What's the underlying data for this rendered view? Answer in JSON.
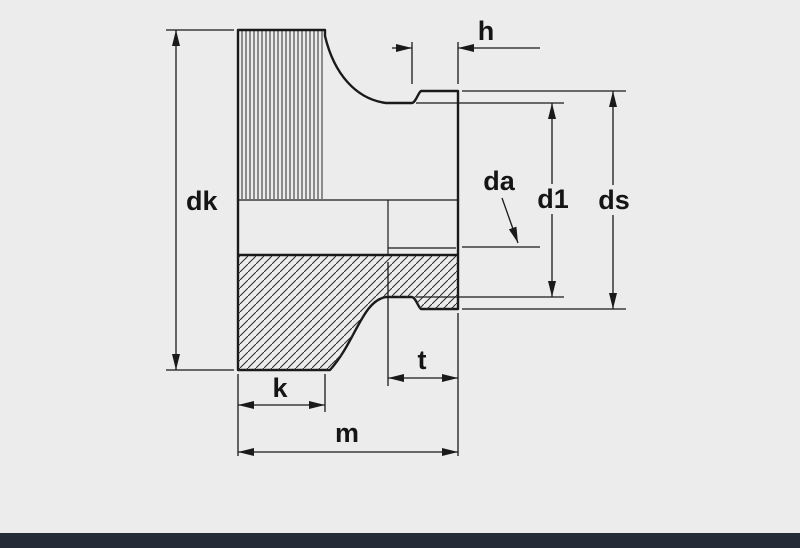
{
  "drawing": {
    "dimension_labels": {
      "h": "h",
      "dk": "dk",
      "da": "da",
      "d1": "d1",
      "ds": "ds",
      "k": "k",
      "t": "t",
      "m": "m"
    }
  },
  "colors": {
    "background": "#ececec",
    "line": "#1a1a1a",
    "bottom_bar": "#262b38"
  }
}
